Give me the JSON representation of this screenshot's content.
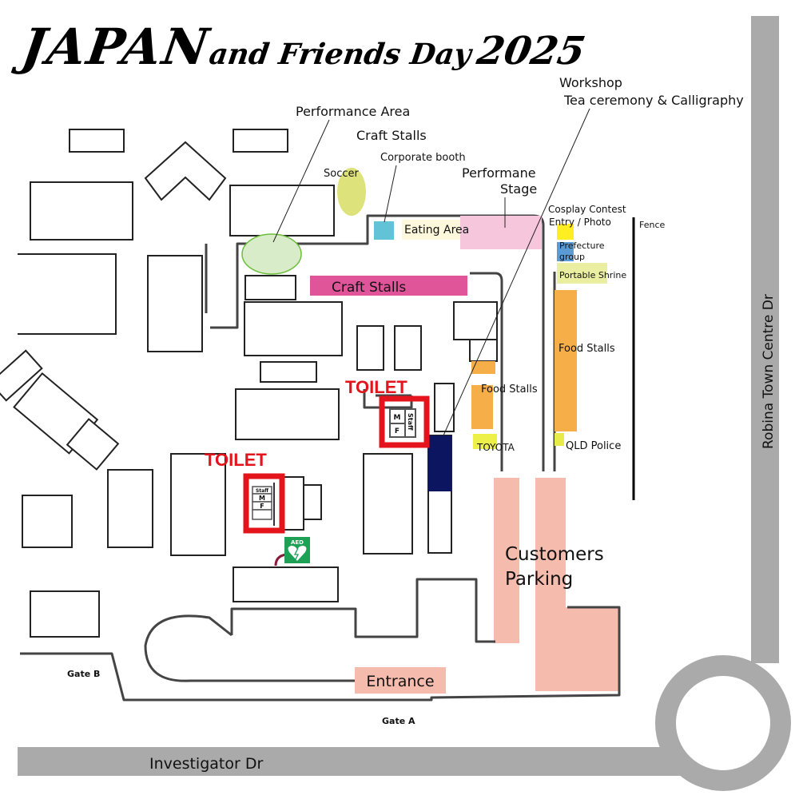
{
  "title": {
    "part1": "JAPAN",
    "part2": "and Friends Day",
    "year": "2025"
  },
  "roads": {
    "right": "Robina Town Centre Dr",
    "bottom": "Investigator Dr"
  },
  "labels": {
    "performance_area": "Performance Area",
    "craft_stalls_top": "Craft Stalls",
    "corporate_booth": "Corporate booth",
    "soccer": "Soccer",
    "performane_stage_1": "Performane",
    "performane_stage_2": "Stage",
    "eating_area": "Eating Area",
    "craft_stalls": "Craft Stalls",
    "workshop_1": "Workshop",
    "workshop_2": "Tea ceremony & Calligraphy",
    "cosplay_1": "Cosplay Contest",
    "cosplay_2": "Entry / Photo",
    "prefecture_1": "Prefecture",
    "prefecture_2": "group",
    "portable_shrine": "Portable Shrine",
    "fence": "Fence",
    "food_stalls_right": "Food Stalls",
    "food_stalls_mid": "Food Stalls",
    "toyota": "TOYOTA",
    "qld_police": "QLD Police",
    "toilet_right": "TOILET",
    "toilet_left": "TOILET",
    "toilet_m": "M",
    "toilet_f": "F",
    "toilet_staff": "Staff",
    "aed": "AED",
    "customers_parking_1": "Customers",
    "customers_parking_2": "Parking",
    "entrance": "Entrance",
    "gate_a": "Gate A",
    "gate_b": "Gate B"
  },
  "colors": {
    "road": "#aaaaaa",
    "path": "#444444",
    "toilet": "#e3141b",
    "craft": "#e0559a",
    "stage": "#f5c6dc",
    "food": "#f5ae48",
    "parking": "#f5bcae",
    "aed": "#1ea055",
    "workshop": "#0c1560"
  }
}
